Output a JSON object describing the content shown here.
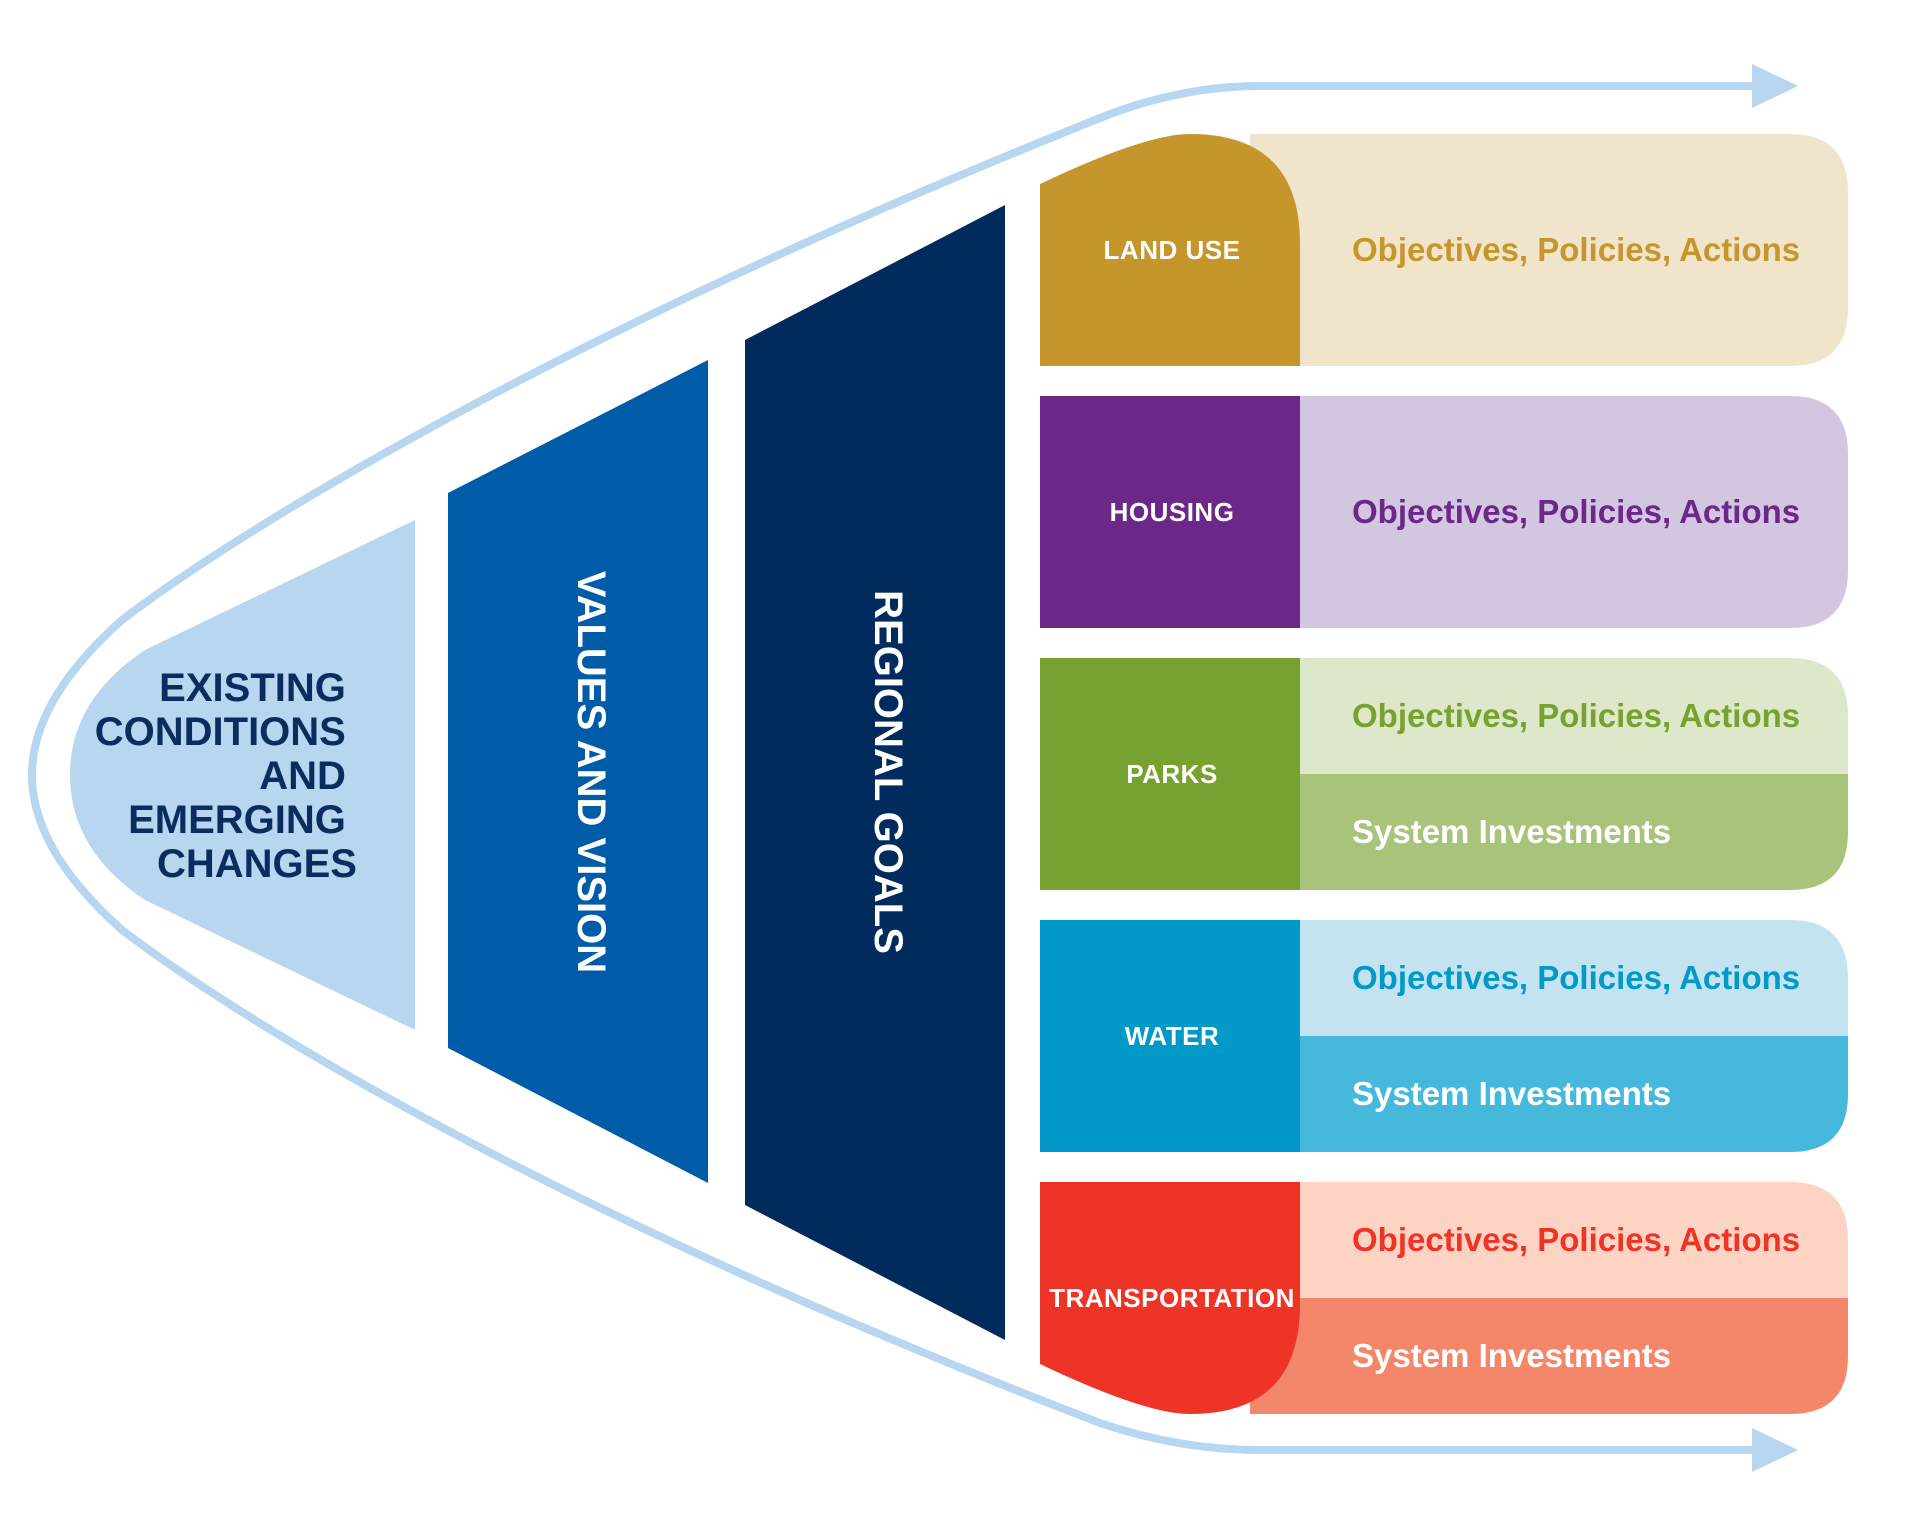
{
  "stages": {
    "existing": {
      "lines": [
        "EXISTING",
        "CONDITIONS",
        "AND",
        "EMERGING",
        "CHANGES"
      ],
      "fill": "#b8d6f0",
      "text_color": "#0b2d5e"
    },
    "values": {
      "label": "VALUES AND VISION",
      "fill": "#005ba8",
      "text_color": "#ffffff"
    },
    "goals": {
      "label": "REGIONAL GOALS",
      "fill": "#002b5c",
      "text_color": "#ffffff"
    }
  },
  "arrow_color": "#b8d6f0",
  "categories": [
    {
      "name": "LAND USE",
      "color": "#c5962c",
      "strips": [
        {
          "label": "Objectives, Policies, Actions",
          "bg": "#f0e5cb",
          "text": "#c5962c"
        }
      ]
    },
    {
      "name": "HOUSING",
      "color": "#6b2889",
      "strips": [
        {
          "label": "Objectives, Policies, Actions",
          "bg": "#d3c6e0",
          "text": "#6b2889"
        }
      ]
    },
    {
      "name": "PARKS",
      "color": "#78a22f",
      "strips": [
        {
          "label": "Objectives, Policies, Actions",
          "bg": "#dde8cb",
          "text": "#78a22f"
        },
        {
          "label": "System Investments",
          "bg": "#a7c47a",
          "text": "#ffffff"
        }
      ]
    },
    {
      "name": "WATER",
      "color": "#0099c8",
      "strips": [
        {
          "label": "Objectives, Policies, Actions",
          "bg": "#c4e3f0",
          "text": "#0099c8"
        },
        {
          "label": "System Investments",
          "bg": "#45b8dc",
          "text": "#ffffff"
        }
      ]
    },
    {
      "name": "TRANSPORTATION",
      "color": "#ee3427",
      "strips": [
        {
          "label": "Objectives, Policies, Actions",
          "bg": "#fdd4c3",
          "text": "#ee3427"
        },
        {
          "label": "System Investments",
          "bg": "#f4876a",
          "text": "#ffffff"
        }
      ]
    }
  ]
}
